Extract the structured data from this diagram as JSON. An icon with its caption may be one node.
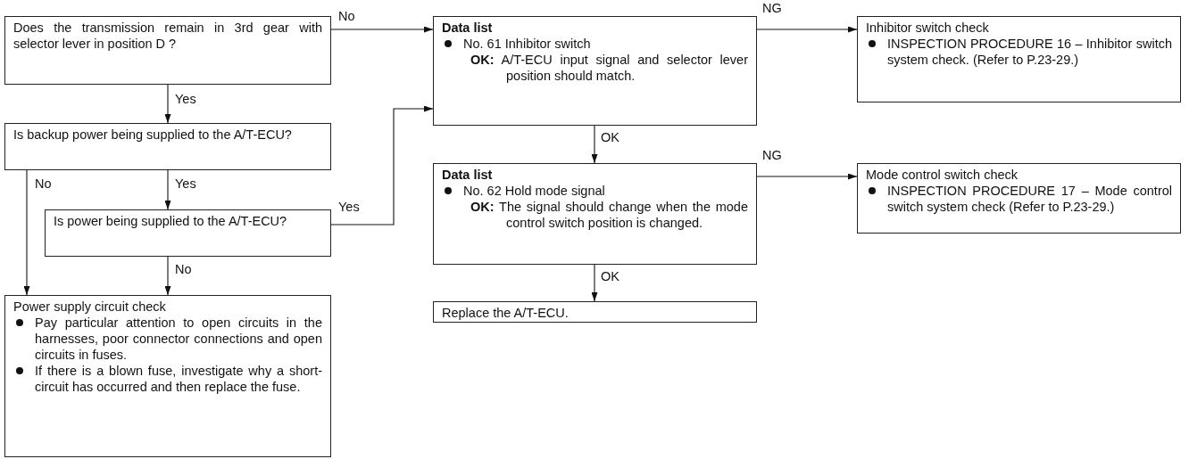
{
  "diagram": {
    "nodes": [
      {
        "text": [
          "Does the transmission remain in 3rd gear with selector lever in position D ?"
        ]
      },
      {
        "text": [
          "Is backup power being supplied to the A/T-ECU?"
        ]
      },
      {
        "text": [
          "Is power being supplied to the A/T-ECU?"
        ]
      },
      {
        "text": [
          "Power supply circuit check",
          "Pay particular attention to open circuits in the harnesses, poor connector connections and open circuits in fuses.",
          "If there is a blown fuse, investigate why a short-circuit has occurred and then replace the fuse."
        ]
      },
      {
        "text": [
          "Data list",
          "No. 61 Inhibitor switch",
          "**OK:** A/T-ECU input signal and selector lever position should match."
        ]
      },
      {
        "text": [
          "Data list",
          "No. 62 Hold mode signal",
          "**OK:** The signal should change when the mode control switch position is changed."
        ]
      },
      {
        "text": [
          "Replace the A/T-ECU."
        ]
      },
      {
        "text": [
          "Inhibitor switch check",
          "INSPECTION PROCEDURE 16 – Inhibitor switch system check. (Refer to P.23-29.)"
        ]
      },
      {
        "text": [
          "Mode control switch check",
          "INSPECTION PROCEDURE 17 – Mode control switch system check (Refer to P.23-29.)"
        ]
      }
    ],
    "edges": [
      {
        "from": 0,
        "to": 4,
        "arrow": "to",
        "label": "No"
      },
      {
        "from": 0,
        "to": 1,
        "arrow": "to",
        "label": "Yes"
      },
      {
        "from": 1,
        "to": 2,
        "arrow": "to",
        "label": "Yes"
      },
      {
        "from": 1,
        "to": 3,
        "arrow": "to",
        "label": "No"
      },
      {
        "from": 2,
        "to": 4,
        "arrow": "to",
        "label": "Yes"
      },
      {
        "from": 2,
        "to": 3,
        "arrow": "to",
        "label": "No"
      },
      {
        "from": 4,
        "to": 5,
        "arrow": "to",
        "label": "OK"
      },
      {
        "from": 4,
        "to": 7,
        "arrow": "to",
        "label": "NG"
      },
      {
        "from": 5,
        "to": 6,
        "arrow": "to",
        "label": "OK"
      },
      {
        "from": 5,
        "to": 8,
        "arrow": "to",
        "label": "NG"
      }
    ]
  }
}
